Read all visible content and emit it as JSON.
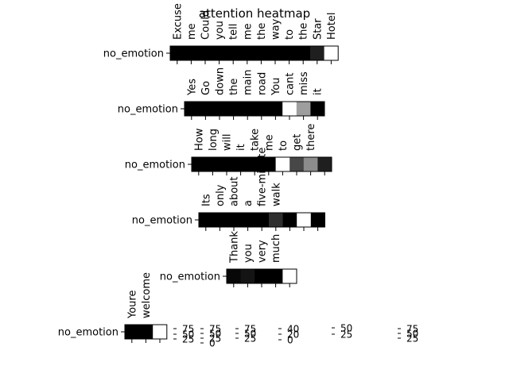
{
  "chart_data": {
    "type": "heatmap",
    "title": "attention heatmap",
    "row_label": "no_emotion",
    "colormap": "gray",
    "rows": [
      {
        "label": "no_emotion",
        "tokens": [
          "Excuse",
          "me",
          "Could",
          "you",
          "tell",
          "me",
          "the",
          "way",
          "to",
          "the",
          "Star",
          "Hotel"
        ],
        "values": [
          0.0,
          0.0,
          0.0,
          0.0,
          0.0,
          0.0,
          0.0,
          0.0,
          0.0,
          0.0,
          0.12,
          1.0
        ]
      },
      {
        "label": "no_emotion",
        "tokens": [
          "Yes",
          "Go",
          "down",
          "the",
          "main",
          "road",
          "You",
          "cant",
          "miss",
          "it"
        ],
        "values": [
          0.0,
          0.0,
          0.0,
          0.0,
          0.0,
          0.0,
          0.0,
          1.0,
          0.62,
          0.0
        ]
      },
      {
        "label": "no_emotion",
        "tokens": [
          "How",
          "long",
          "will",
          "it",
          "take",
          "me",
          "to",
          "get",
          "there"
        ],
        "values": [
          0.0,
          0.0,
          0.0,
          0.0,
          0.0,
          0.0,
          1.0,
          0.28,
          0.55,
          0.12
        ]
      },
      {
        "label": "no_emotion",
        "tokens": [
          "Its",
          "only",
          "about",
          "a",
          "five-minute",
          "walk"
        ],
        "values": [
          0.0,
          0.0,
          0.0,
          0.0,
          0.0,
          0.18,
          0.0,
          1.0,
          0.0
        ]
      },
      {
        "label": "no_emotion",
        "tokens": [
          "Thank",
          "you",
          "very",
          "much"
        ],
        "values": [
          0.03,
          0.08,
          0.0,
          0.0,
          1.0
        ]
      },
      {
        "label": "no_emotion",
        "tokens": [
          "Youre",
          "welcome"
        ],
        "values": [
          0.0,
          0.0,
          1.0
        ]
      }
    ],
    "colorbars": [
      {
        "ticks": [
          "75",
          "50",
          "25"
        ]
      },
      {
        "ticks": [
          "75",
          "50",
          "25",
          "0"
        ]
      },
      {
        "ticks": [
          "75",
          "50",
          "25"
        ]
      },
      {
        "ticks": [
          "40",
          "20",
          "0"
        ]
      },
      {
        "ticks": [
          "50",
          "25"
        ]
      },
      {
        "ticks": [
          "75",
          "50",
          "25"
        ]
      }
    ]
  }
}
